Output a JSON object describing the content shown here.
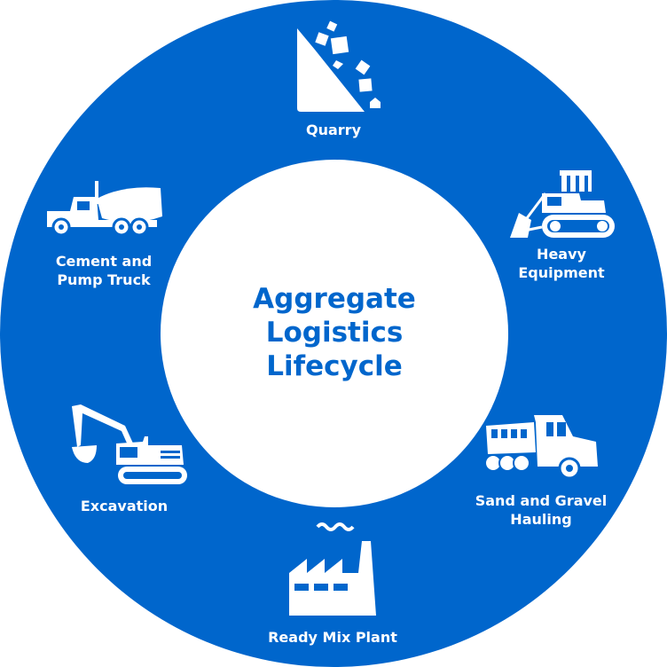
{
  "title": {
    "lines": [
      "Aggregate",
      "Logistics",
      "Lifecycle"
    ]
  },
  "colors": {
    "ring": "#0066cc",
    "center_bg": "#ffffff",
    "title_text": "#0066cc",
    "label_text": "#ffffff"
  },
  "stages": [
    {
      "id": "quarry",
      "icon": "quarry-rockfall-icon",
      "label_lines": [
        "Quarry"
      ]
    },
    {
      "id": "heavy-equipment",
      "icon": "bulldozer-icon",
      "label_lines": [
        "Heavy",
        "Equipment"
      ]
    },
    {
      "id": "sand-gravel-hauling",
      "icon": "dump-truck-icon",
      "label_lines": [
        "Sand and Gravel",
        "Hauling"
      ]
    },
    {
      "id": "ready-mix-plant",
      "icon": "factory-icon",
      "label_lines": [
        "Ready Mix Plant"
      ]
    },
    {
      "id": "excavation",
      "icon": "excavator-icon",
      "label_lines": [
        "Excavation"
      ]
    },
    {
      "id": "cement-pump-truck",
      "icon": "cement-mixer-truck-icon",
      "label_lines": [
        "Cement and",
        "Pump Truck"
      ]
    }
  ]
}
